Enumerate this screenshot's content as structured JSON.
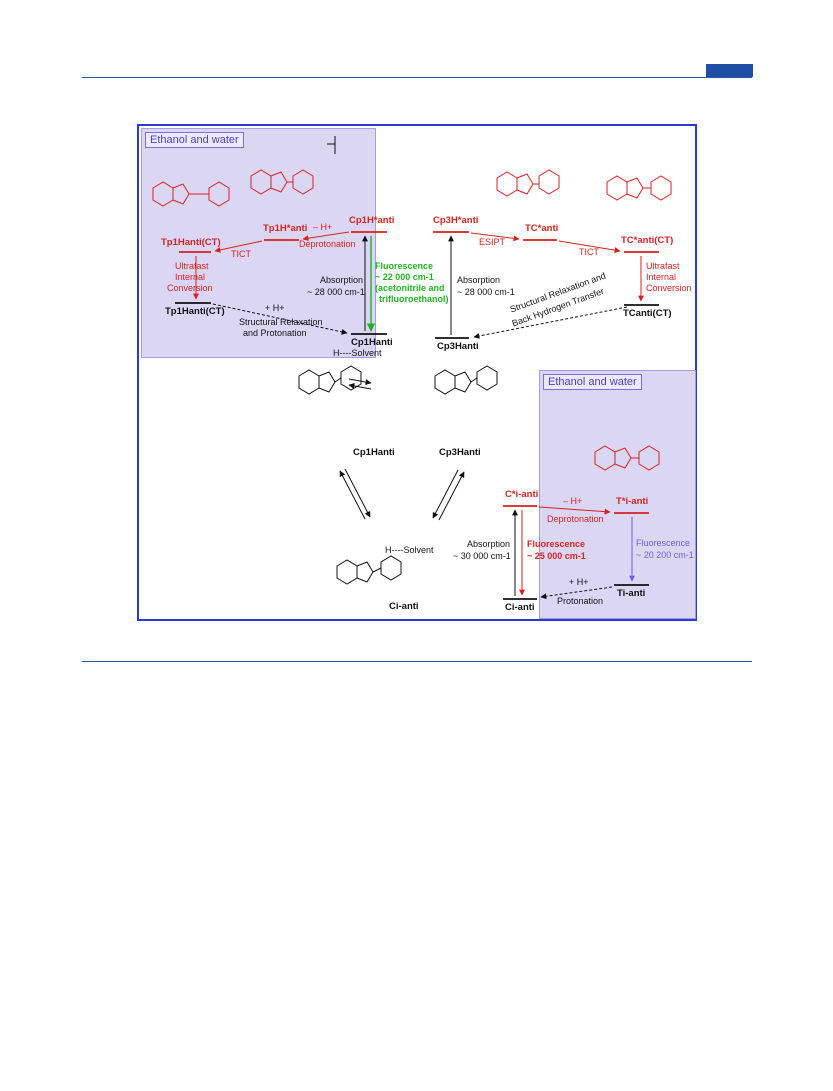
{
  "colors": {
    "accent_blue": "#2b39d6",
    "red": "#d12323",
    "green": "#23b123",
    "violet": "#6c5fe0",
    "panel": "#dcd6f5"
  },
  "panels": {
    "top_left_title": "Ethanol and water",
    "bottom_right_title": "Ethanol and water"
  },
  "states": {
    "tp1_anti_ct_excited": "Tp1Hanti(CT)",
    "tp1_anti_excited": "Tp1H*anti",
    "cp1_anti_excited": "Cp1H*anti",
    "cp3_anti_excited": "Cp3H*anti",
    "tc_anti_excited": "TC*anti",
    "tc_anti_ct_excited": "TC*anti(CT)",
    "tp1_anti_ct_ground": "Tp1Hanti(CT)",
    "cp1_anti_ground": "Cp1Hanti",
    "cp3_anti_ground": "Cp3Hanti",
    "tc_anti_ct_ground": "TCanti(CT)",
    "ci_anti_excited": "C*i-anti",
    "ti_anti_excited": "T*i-anti",
    "ci_anti_ground": "Ci-anti",
    "ti_anti_ground": "Ti-anti"
  },
  "labels": {
    "ticts_left": "TICT",
    "deprotonation_top": "Deprotonation",
    "minus_h_top": "– H+",
    "esipt": "ESIPT",
    "tict_right": "TICT",
    "ultrafast_left": [
      "Ultrafast",
      "Internal",
      "Conversion"
    ],
    "ultrafast_right": [
      "Ultrafast",
      "Internal",
      "Conversion"
    ],
    "absorption_left": [
      "Absorption",
      "~ 28 000 cm-1"
    ],
    "absorption_right": [
      "Absorption",
      "~ 28 000 cm-1"
    ],
    "fluorescence_green": [
      "Fluorescence",
      "~ 22 000 cm-1",
      "(acetonitrile and",
      "trifluoroethanol)"
    ],
    "plus_h_left": "+ H+",
    "structural_left": [
      "Structural Relaxation",
      "and Protonation"
    ],
    "structural_right": [
      "Structural Relaxation and",
      "Back Hydrogen Transfer"
    ],
    "solvent_top": "H----Solvent",
    "solvent_bottom": "H----Solvent",
    "mol_cp1": "Cp1Hanti",
    "mol_cp3": "Cp3Hanti",
    "mol_ci": "Ci-anti",
    "absorption_bottom": [
      "Absorption",
      "~ 30 000 cm-1"
    ],
    "fluorescence_red": [
      "Fluorescence",
      "~ 25 000 cm-1"
    ],
    "minus_h_bottom": "– H+",
    "deprotonation_bottom": "Deprotonation",
    "fluorescence_violet": [
      "Fluorescence",
      "~ 20 200 cm-1"
    ],
    "plus_h_bottom": "+ H+",
    "protonation_bottom": "Protonation"
  }
}
